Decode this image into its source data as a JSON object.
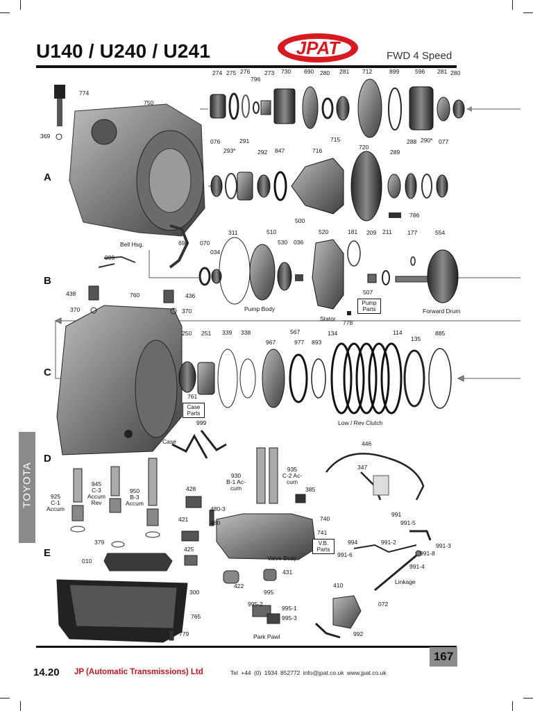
{
  "header": {
    "title": "U140 / U240 / U241",
    "brand": "JPAT",
    "subtitle": "FWD 4 Speed",
    "brand_color": "#d71920"
  },
  "sections": [
    "A",
    "B",
    "C",
    "D",
    "E"
  ],
  "side_tab": "TOYOTA",
  "row_a_top": [
    "274",
    "275",
    "276",
    "796",
    "273",
    "730",
    "690",
    "280",
    "281",
    "712",
    "899",
    "596",
    "281",
    "280"
  ],
  "row_a_mid": [
    "076",
    "293*",
    "291",
    "292",
    "847",
    "716",
    "720",
    "289",
    "288",
    "290*",
    "077"
  ],
  "row_a_misc": {
    "bracket": "715",
    "part_774": "774",
    "part_750": "750",
    "part_369": "369",
    "part_786": "786",
    "bell": "Bell Hsg."
  },
  "row_b": {
    "p698": "698",
    "p999": "999",
    "p070": "070",
    "p034": "034",
    "p311": "311",
    "p500": "500",
    "p510": "510",
    "p530": "530",
    "p036": "036",
    "p520": "520",
    "p181": "181",
    "p209": "209",
    "p211": "211",
    "p177": "177",
    "p554": "554",
    "pump_body": "Pump Body",
    "stator": "Stator",
    "p778": "778",
    "p507": "507",
    "pump_parts": "Pump Parts",
    "forward_drum": "Forward Drum"
  },
  "row_c": {
    "p438": "438",
    "p370a": "370",
    "p760": "760",
    "p436": "436",
    "p370b": "370",
    "p250": "250",
    "p251": "251",
    "p339": "339",
    "p338": "338",
    "p567": "567",
    "p967": "967",
    "p977": "977",
    "p893": "893",
    "p134": "134",
    "p114": "114",
    "p135": "135",
    "p885": "885",
    "p761": "761",
    "case_parts": "Case Parts",
    "p999": "999",
    "case": "Case",
    "low_rev": "Low / Rev Clutch"
  },
  "row_d": {
    "p925": "925",
    "c1": "C-1",
    "accum1": "Accum",
    "p945": "945",
    "c3": "C-3",
    "accum3": "Accum",
    "rev": "Rev",
    "p950": "950",
    "b3": "B-3",
    "accumb3": "Accum",
    "p428": "428",
    "p480_3": "480-3",
    "p480": "480",
    "p421": "421",
    "p930": "930",
    "b1": "B-1 Ac-",
    "cum": "cum",
    "p935": "935",
    "c2": "C-2 Ac-",
    "cum2": "cum",
    "p385": "385",
    "p446": "446",
    "p347": "347",
    "p740": "740",
    "p741": "741",
    "vb_parts": "V.B. Parts",
    "p379": "379",
    "p425": "425",
    "valve_body": "Valve Body",
    "p991": "991",
    "p991_5": "991-5",
    "p994": "994",
    "p991_2": "991-2",
    "p991_3": "991-3",
    "p991_6": "991-6",
    "p991_8": "991-8",
    "p991_4": "991-4",
    "linkage": "Linkage"
  },
  "row_e": {
    "p010": "010",
    "p431": "431",
    "p422": "422",
    "p300": "300",
    "p765": "765",
    "p779": "779",
    "p995": "995",
    "p995_2": "995-2",
    "p995_1": "995-1",
    "p995_3": "995-3",
    "park_pawl": "Park Pawl",
    "p410": "410",
    "p072": "072",
    "p992": "992"
  },
  "footer": {
    "section_no": "14.20",
    "company": "JP (Automatic Transmissions) Ltd",
    "contact": "Tel +44 (0) 1934 852772  info@jpat.co.uk  www.jpat.co.uk",
    "page": "167",
    "company_color": "#c4151c"
  }
}
